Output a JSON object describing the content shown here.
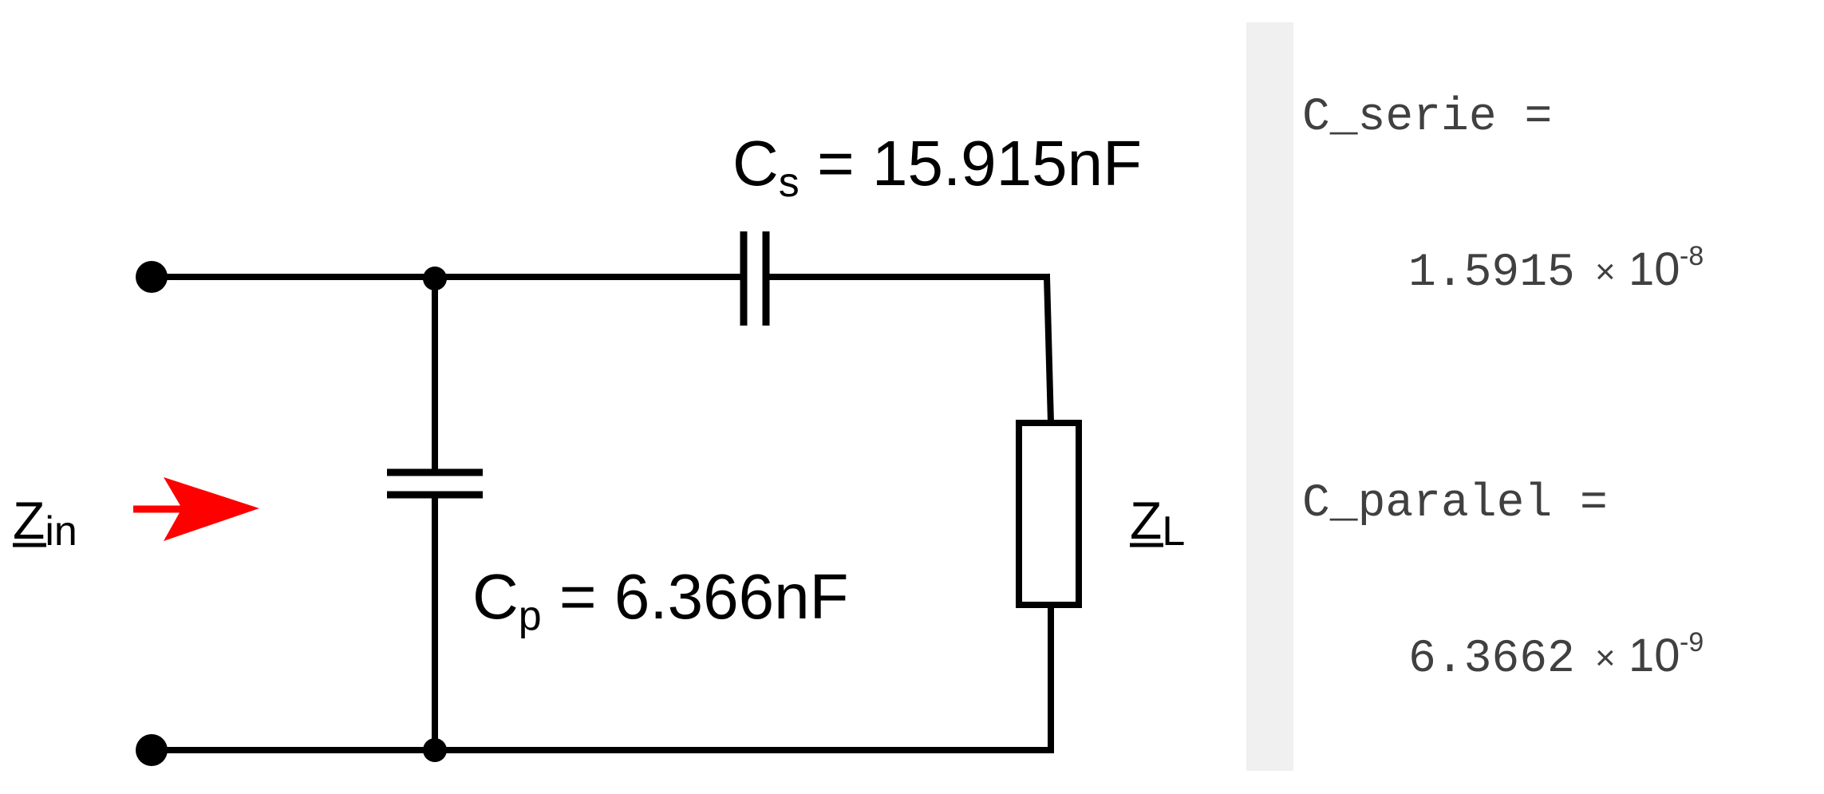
{
  "diagram": {
    "cs_label": {
      "main": "C",
      "sub": "s",
      "rest": " = 15.915nF"
    },
    "cp_label": {
      "main": "C",
      "sub": "p",
      "rest": " = 6.366nF"
    },
    "zin_label": {
      "main": "Z",
      "sub": "in"
    },
    "zl_label": {
      "main": "Z",
      "sub": "L"
    }
  },
  "console": {
    "c_serie_name": "C_serie =",
    "c_serie_mantissa": "1.5915",
    "c_serie_times": "×",
    "c_serie_base": "10",
    "c_serie_exponent": "-8",
    "c_paralel_name": "C_paralel =",
    "c_paralel_mantissa": "6.3662",
    "c_paralel_times": "×",
    "c_paralel_base": "10",
    "c_paralel_exponent": "-9"
  },
  "colors": {
    "wire": "#000000",
    "arrow": "#ff0000",
    "console_bar": "#f0f0f0",
    "console_text": "#404040"
  }
}
